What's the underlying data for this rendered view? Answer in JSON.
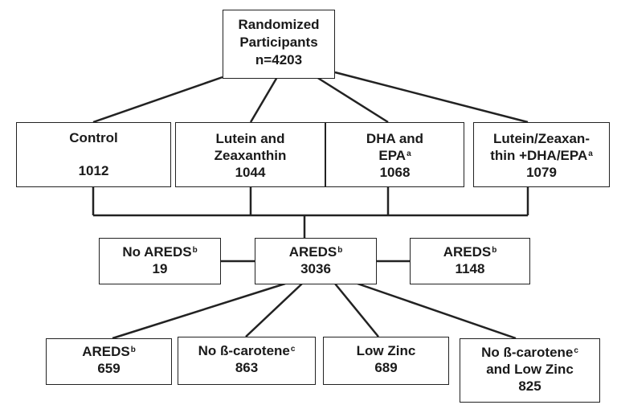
{
  "colors": {
    "line": "#222222",
    "text": "#1a1a1a",
    "background": "#ffffff"
  },
  "root": {
    "line1": "Randomized",
    "line2": "Participants",
    "line3": "n=4203"
  },
  "arms": [
    {
      "line1": "Control",
      "line2": "",
      "count": "1012"
    },
    {
      "line1": "Lutein and",
      "line2": "Zeaxanthin",
      "count": "1044"
    },
    {
      "line1": "DHA and",
      "line2": "EPA",
      "sup2": "a",
      "count": "1068"
    },
    {
      "line1": "Lutein/Zeaxan-",
      "line2": "thin +DHA/EPA",
      "sup2": "a",
      "count": "1079"
    }
  ],
  "areds_level": [
    {
      "label": "No AREDS",
      "sup": "b",
      "count": "19"
    },
    {
      "label": "AREDS",
      "sup": "b",
      "count": "3036"
    },
    {
      "label": "AREDS",
      "sup": "b",
      "count": "1148"
    }
  ],
  "subgroups": [
    {
      "line1": "AREDS",
      "sup1": "b",
      "line2": "659"
    },
    {
      "line1": "No ß-carotene",
      "sup1": "c",
      "line2": "863"
    },
    {
      "line1": "Low Zinc",
      "line2": "689"
    },
    {
      "line1": "No ß-carotene",
      "sup1": "c",
      "line2": "and Low Zinc",
      "line3": "825"
    }
  ]
}
